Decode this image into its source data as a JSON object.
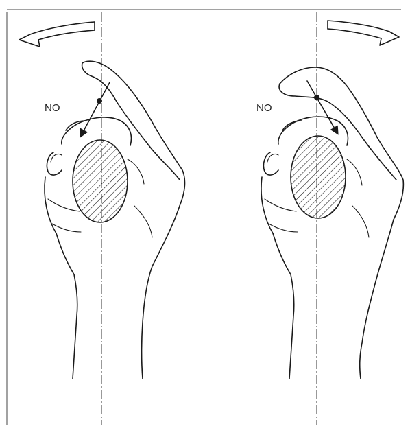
{
  "panels": [
    {
      "label": "NO",
      "rotation_direction": "counterclockwise",
      "arrow_icon": "curved-arrow-left-icon"
    },
    {
      "label": "NO",
      "rotation_direction": "clockwise",
      "arrow_icon": "curved-arrow-right-icon"
    }
  ],
  "colors": {
    "ink": "#1a1a1a",
    "background": "#ffffff"
  }
}
